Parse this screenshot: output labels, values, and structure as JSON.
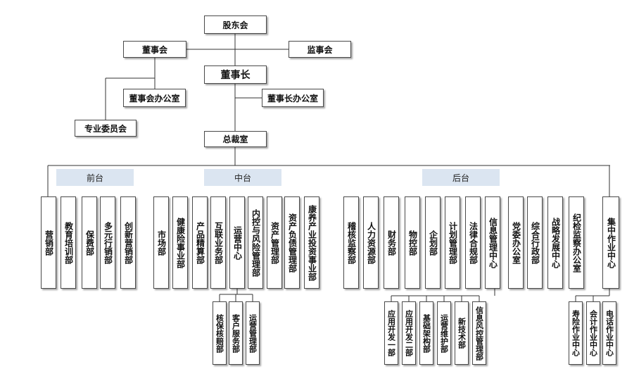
{
  "top": {
    "shareholders": "股东会",
    "board": "董事会",
    "supervisors": "监事会",
    "chairman": "董事长",
    "board_office": "董事会办公室",
    "chairman_office": "董事长办公室",
    "committees": "专业委员会",
    "president": "总裁室"
  },
  "zones": [
    "前台",
    "中台",
    "后台"
  ],
  "departments": [
    "营销部",
    "教育培训部",
    "保费部",
    "多元行销部",
    "创新营销部",
    "市场部",
    "健康险事业部",
    "产品精算部",
    "互联业务部",
    "运营中心",
    "内控与风险管理部",
    "资产管理部",
    "资产负债管理部",
    "康养产业投资事业部",
    "稽核监察部",
    "人力资源部",
    "财务部",
    "物控部",
    "企划部",
    "计划管理部",
    "法律合规部",
    "信息管理中心",
    "党委办公室",
    "综合行政部",
    "战略发展中心",
    "纪检监察办公室",
    "集中作业中心"
  ],
  "ops_units": [
    "核保核赔部",
    "客户服务部",
    "运营管理部"
  ],
  "it_units": [
    "应用开发一部",
    "应用开发二部",
    "基础架构部",
    "运营维护部",
    "新技术部",
    "信息风控管理部"
  ],
  "central_units": [
    "寿险作业中心",
    "会计作业中心",
    "电话作业中心"
  ]
}
